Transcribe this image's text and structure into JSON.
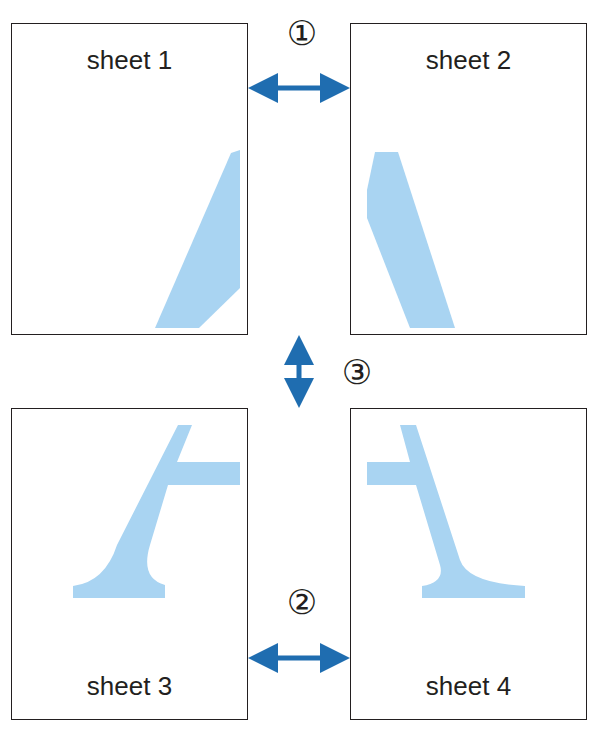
{
  "diagram": {
    "nodes": [
      {
        "text": [
          "sheet 1"
        ]
      },
      {
        "text": [
          "sheet 2"
        ]
      },
      {
        "text": [
          "sheet 3"
        ]
      },
      {
        "text": [
          "sheet 4"
        ]
      }
    ],
    "edges": [
      {
        "from": 0,
        "to": 1,
        "arrow": "both",
        "label": "①"
      },
      {
        "from": 2,
        "to": 3,
        "arrow": "both",
        "label": "②"
      },
      {
        "from": 0,
        "to": 2,
        "arrow": "both",
        "label": "③"
      }
    ]
  }
}
